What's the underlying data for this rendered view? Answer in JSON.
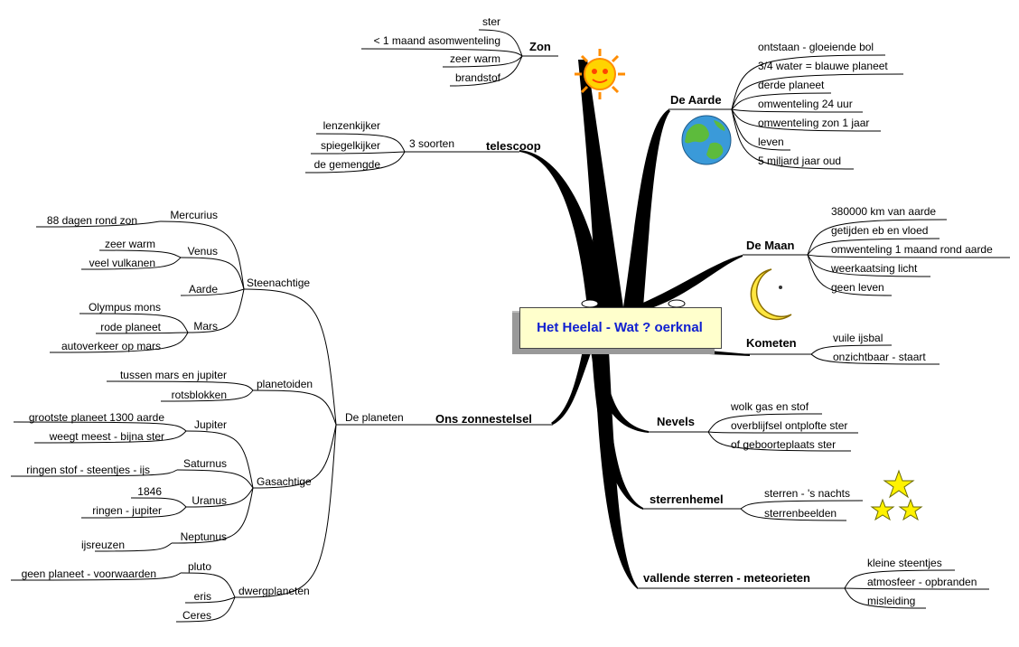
{
  "center": "Het Heelal - Wat ? oerknal",
  "branches": {
    "zon": {
      "label": "Zon",
      "items": [
        "ster",
        "< 1 maand asomwenteling",
        "zeer warm",
        "brandstof"
      ]
    },
    "telescoop": {
      "label": "telescoop",
      "sub": "3 soorten",
      "items": [
        "lenzenkijker",
        "spiegelkijker",
        "de gemengde"
      ]
    },
    "aarde": {
      "label": "De Aarde",
      "items": [
        "ontstaan - gloeiende bol",
        "3/4 water = blauwe planeet",
        "derde planeet",
        "omwenteling 24 uur",
        "omwenteling zon 1 jaar",
        "leven",
        "5 miljard jaar oud"
      ]
    },
    "maan": {
      "label": "De Maan",
      "items": [
        "380000 km van aarde",
        "getijden eb en vloed",
        "omwenteling 1 maand rond aarde",
        "weerkaatsing licht",
        "geen leven"
      ]
    },
    "kometen": {
      "label": "Kometen",
      "items": [
        "vuile ijsbal",
        "onzichtbaar - staart"
      ]
    },
    "nevels": {
      "label": "Nevels",
      "items": [
        "wolk gas en stof",
        "overblijfsel ontplofte ster",
        "of geboorteplaats ster"
      ]
    },
    "sterrenhemel": {
      "label": "sterrenhemel",
      "items": [
        "sterren - 's nachts",
        "sterrenbeelden"
      ]
    },
    "vallende": {
      "label": "vallende sterren - meteorieten",
      "items": [
        "kleine steentjes",
        "atmosfeer - opbranden",
        "misleiding"
      ]
    },
    "zonnestelsel": {
      "label": "Ons zonnestelsel",
      "planeten": "De planeten",
      "steenachtige": {
        "label": "Steenachtige",
        "mercurius": "Mercurius",
        "mercurius_items": [
          "88 dagen rond zon"
        ],
        "venus": "Venus",
        "venus_items": [
          "zeer warm",
          "veel vulkanen"
        ],
        "aarde": "Aarde",
        "mars": "Mars",
        "mars_items": [
          "Olympus mons",
          "rode planeet",
          "autoverkeer op mars"
        ]
      },
      "planetoiden": {
        "label": "planetoiden",
        "items": [
          "tussen mars en jupiter",
          "rotsblokken"
        ]
      },
      "gasachtige": {
        "label": "Gasachtige",
        "jupiter": "Jupiter",
        "jupiter_items": [
          "grootste planeet 1300 aarde",
          "weegt meest - bijna ster"
        ],
        "saturnus": "Saturnus",
        "saturnus_items": [
          "ringen stof - steentjes - ijs"
        ],
        "uranus": "Uranus",
        "uranus_items": [
          "1846",
          "ringen - jupiter"
        ],
        "neptunus": "Neptunus",
        "neptunus_items": [
          "ijsreuzen"
        ]
      },
      "dwerg": {
        "label": "dwergplaneten",
        "pluto": "pluto",
        "pluto_items": [
          "geen planeet - voorwaarden"
        ],
        "eris": "eris",
        "ceres": "Ceres"
      }
    }
  },
  "icons": [
    "sun-icon",
    "earth-icon",
    "moon-icon",
    "stars-icon",
    "lamp-icon"
  ],
  "colors": {
    "center_text": "#1020d0",
    "center_fill": "#ffffcc",
    "trunk": "#000000",
    "sun": "#ffd400",
    "sun_face": "#ff4400",
    "earth_sea": "#3a9ad9",
    "earth_land": "#5dbb3c",
    "moon": "#ffe640",
    "star": "#fff200"
  }
}
